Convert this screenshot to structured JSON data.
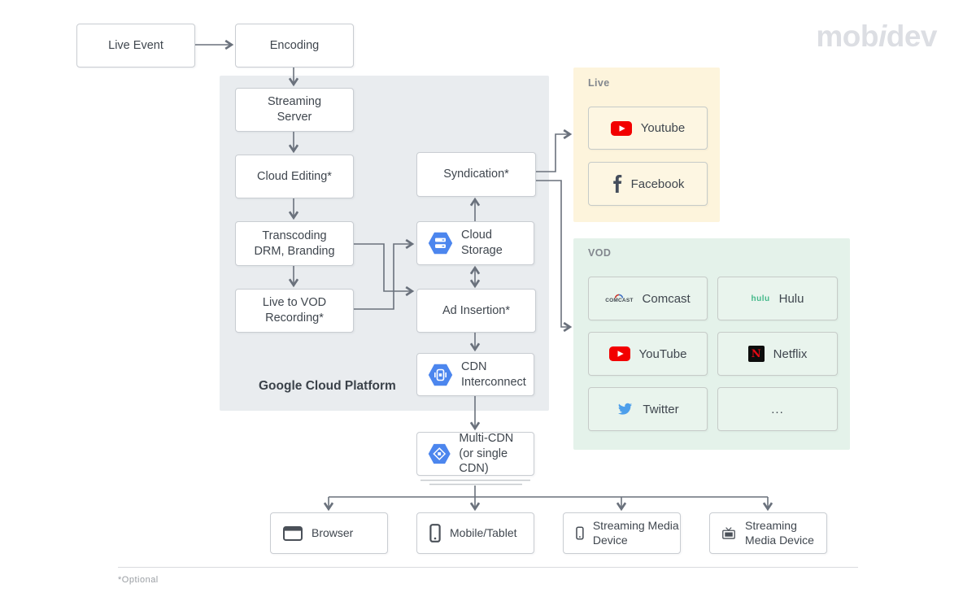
{
  "logo": {
    "pre": "mob",
    "i": "i",
    "post": "dev"
  },
  "footnote": "*Optional",
  "source_boxes": {
    "live_event": "Live Event",
    "encoding": "Encoding"
  },
  "gcp": {
    "label": "Google Cloud Platform",
    "streaming_server_l1": "Streaming",
    "streaming_server_l2": "Server",
    "cloud_editing": "Cloud Editing*",
    "transcoding_l1": "Transcoding",
    "transcoding_l2": "DRM, Branding",
    "live_to_vod_l1": "Live to VOD",
    "live_to_vod_l2": "Recording*",
    "syndication": "Syndication*",
    "cloud_storage_l1": "Cloud",
    "cloud_storage_l2": "Storage",
    "ad_insertion": "Ad Insertion*",
    "cdn_interconnect_l1": "CDN",
    "cdn_interconnect_l2": "Interconnect"
  },
  "cdn_box": {
    "l1": "Multi-CDN",
    "l2": "(or single CDN)"
  },
  "live_panel": {
    "label": "Live",
    "items": [
      {
        "label": "Youtube",
        "icon": "youtube-icon"
      },
      {
        "label": "Facebook",
        "icon": "facebook-icon"
      }
    ]
  },
  "vod_panel": {
    "label": "VOD",
    "items": [
      {
        "label": "Comcast",
        "icon": "comcast-logo",
        "logo_text": "COMCAST"
      },
      {
        "label": "Hulu",
        "icon": "hulu-logo",
        "logo_text": "hulu"
      },
      {
        "label": "YouTube",
        "icon": "youtube-icon"
      },
      {
        "label": "Netflix",
        "icon": "netflix-icon",
        "logo_text": "N"
      },
      {
        "label": "Twitter",
        "icon": "twitter-icon"
      },
      {
        "label": "..."
      }
    ]
  },
  "devices": [
    {
      "label": "Browser",
      "icon": "browser-icon"
    },
    {
      "label": "Mobile/Tablet",
      "icon": "mobile-icon"
    },
    {
      "label": "Streaming Media Device",
      "icon": "mobile-icon"
    },
    {
      "label": "Streaming Media Device",
      "icon": "tv-icon"
    }
  ],
  "colors": {
    "gcp_bg": "#e9ecef",
    "live_panel_bg": "#fdf4dc",
    "vod_panel_bg": "#e4f2ea",
    "node_border": "#c9cdd2",
    "text": "#3f464e",
    "region_label": "#82878e",
    "arrow": "#6a717c",
    "gcp_icon_blue": "#4c86ee",
    "youtube_red": "#f20000",
    "facebook_dark": "#454e5c",
    "hulu_green": "#44b98a",
    "netflix_red": "#e50914",
    "twitter_blue": "#4d9feb",
    "logo_gray": "#dcdee3"
  }
}
